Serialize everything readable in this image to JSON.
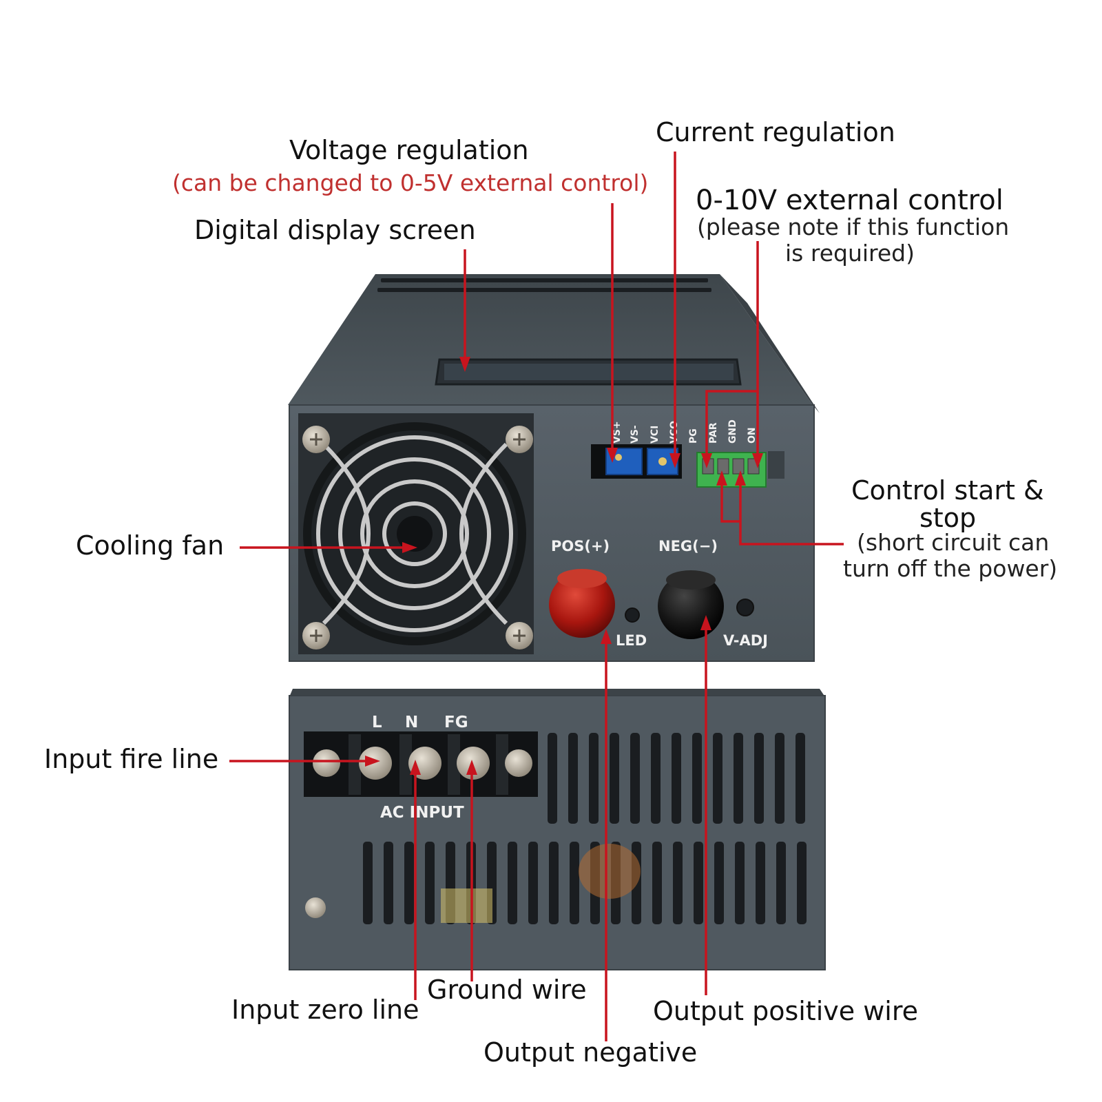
{
  "labels": {
    "voltage_regulation": "Voltage regulation",
    "voltage_note": "(can be changed to 0-5V external control)",
    "current_regulation": "Current regulation",
    "ext_control": "0-10V external control",
    "ext_control_note_1": "(please note if this function",
    "ext_control_note_2": "is required)",
    "digital_display": "Digital display screen",
    "cooling_fan": "Cooling fan",
    "control_start_1": "Control start &",
    "control_start_2": "stop",
    "control_start_note_1": "(short circuit can",
    "control_start_note_2": "turn off the power)",
    "input_fire_line": "Input fire line",
    "ground_wire": "Ground wire",
    "input_zero_line": "Input zero line",
    "output_positive": "Output positive wire",
    "output_negative": "Output negative"
  },
  "device": {
    "pins": [
      "VS+",
      "VS-",
      "VCI",
      "VCO",
      "PG",
      "PAR",
      "GND",
      "ON"
    ],
    "pos_label": "POS(+)",
    "neg_label": "NEG(−)",
    "led_label": "LED",
    "vadj_label": "V-ADJ",
    "terminal_l": "L",
    "terminal_n": "N",
    "terminal_fg": "FG",
    "ac_input": "AC INPUT"
  },
  "colors": {
    "callout_red": "#c8141e",
    "case_grey": "#545d63",
    "note_red": "#c0302f"
  }
}
